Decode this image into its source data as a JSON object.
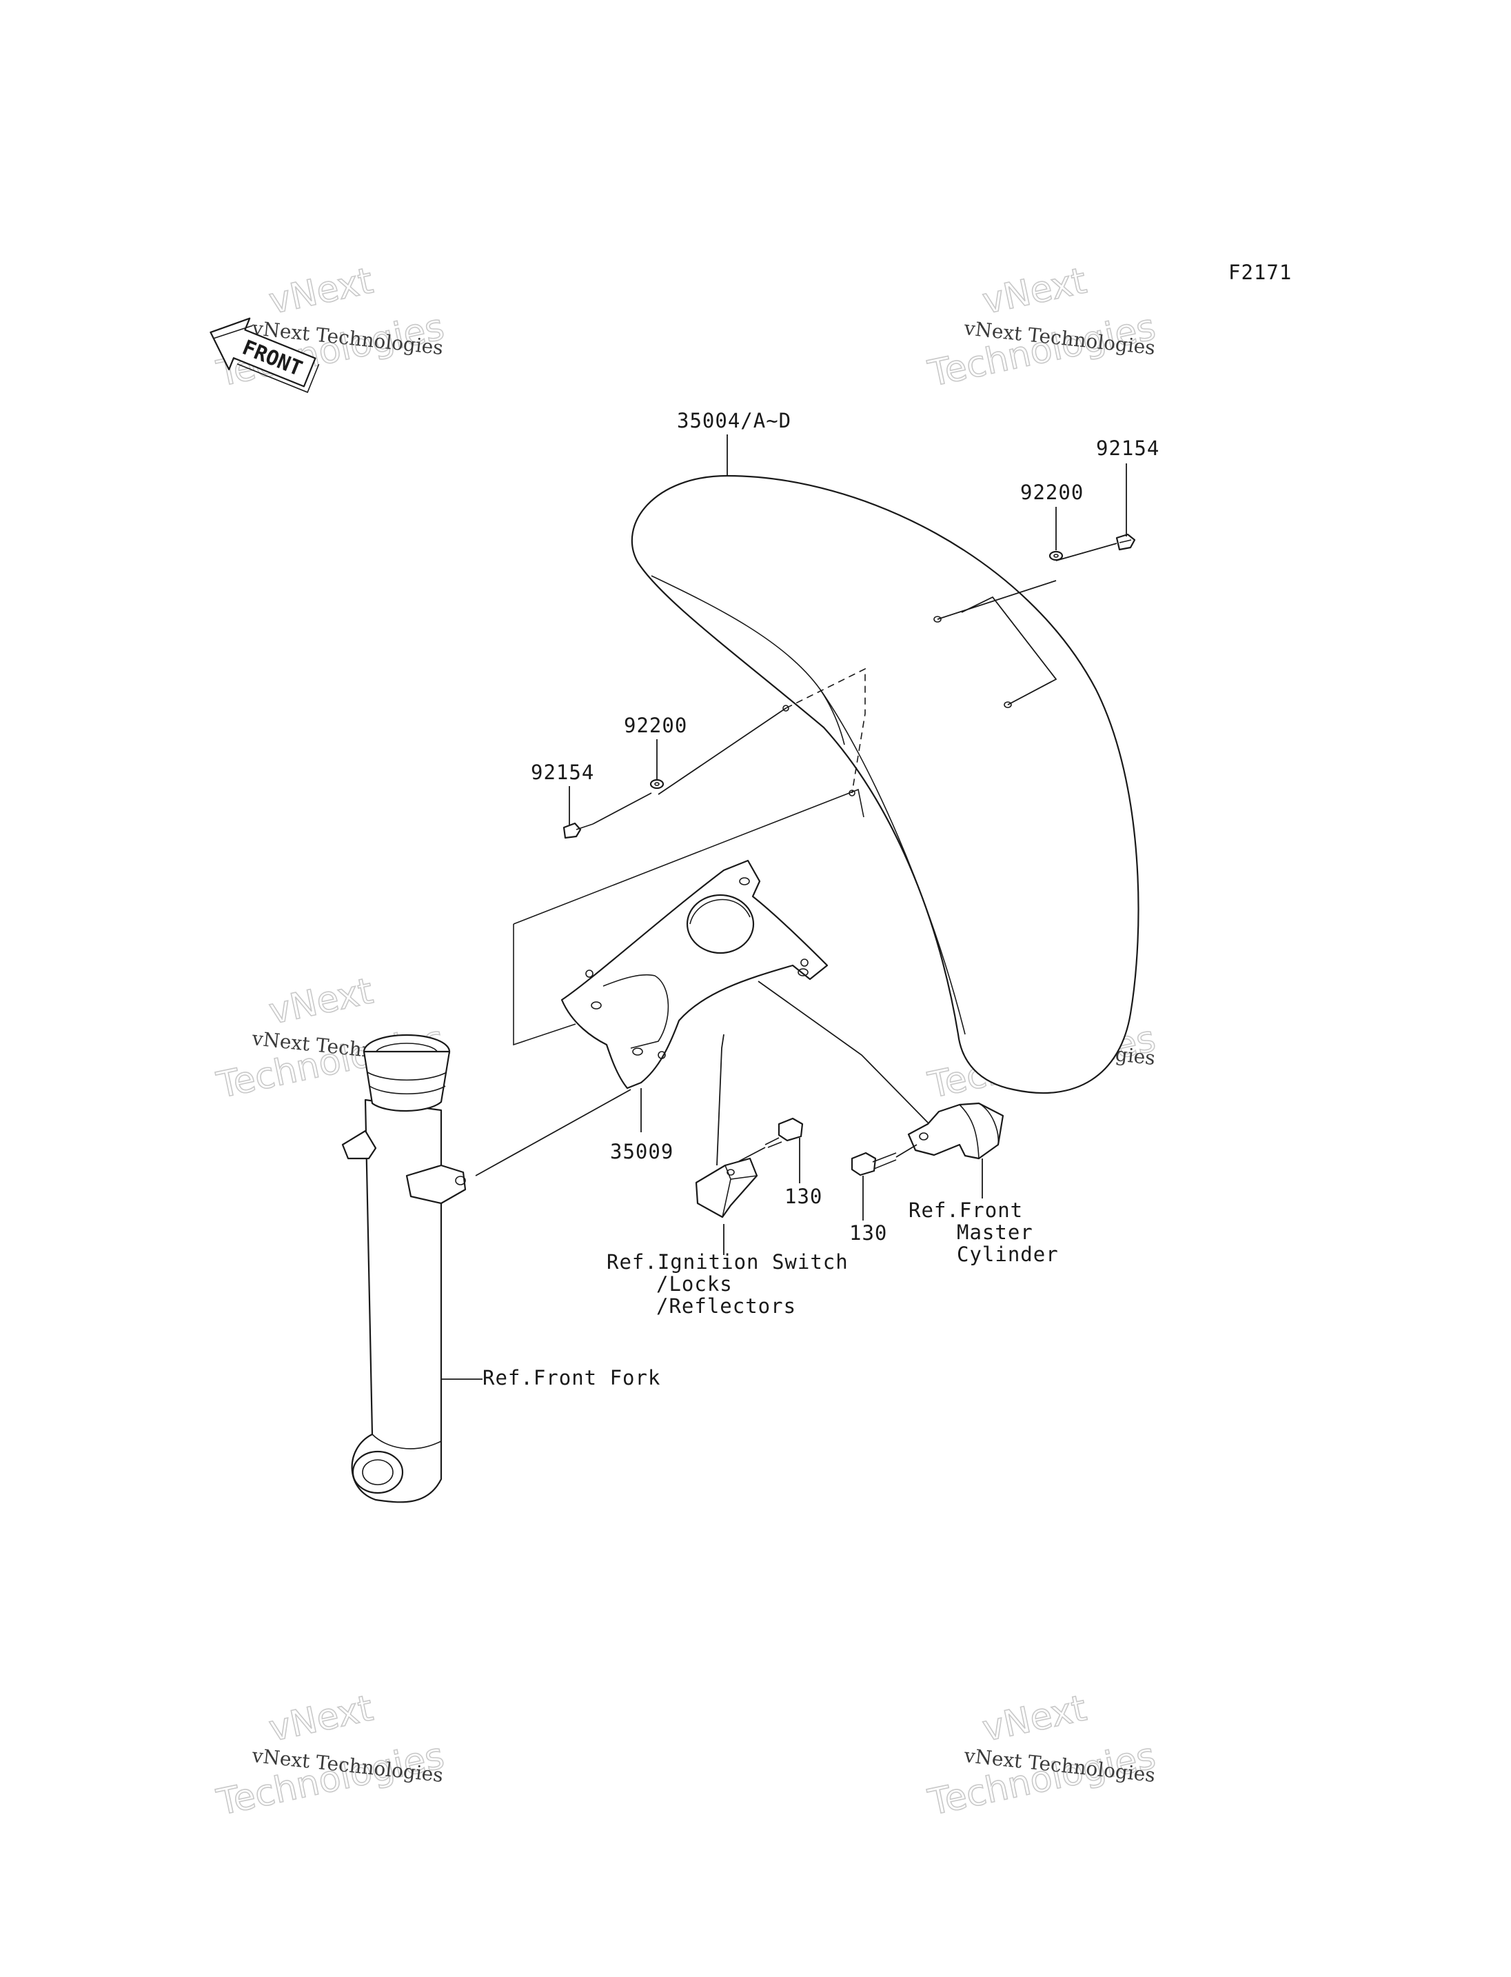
{
  "diagram": {
    "code": "F2171",
    "front_label": "FRONT",
    "watermark": {
      "line1": "vNext Technologies",
      "line2a": "vNext",
      "line2b": "Technologies"
    },
    "callouts": {
      "fender": "35004/A~D",
      "bolt_right": "92154",
      "washer_right": "92200",
      "washer_left": "92200",
      "bolt_left": "92154",
      "bracket": "35009",
      "bolt_130_a": "130",
      "bolt_130_b": "130",
      "ref_master_1": "Ref.Front",
      "ref_master_2": "Master",
      "ref_master_3": "Cylinder",
      "ref_ignition_1": "Ref.Ignition Switch",
      "ref_ignition_2": "/Locks",
      "ref_ignition_3": "/Reflectors",
      "ref_fork": "Ref.Front Fork"
    }
  }
}
